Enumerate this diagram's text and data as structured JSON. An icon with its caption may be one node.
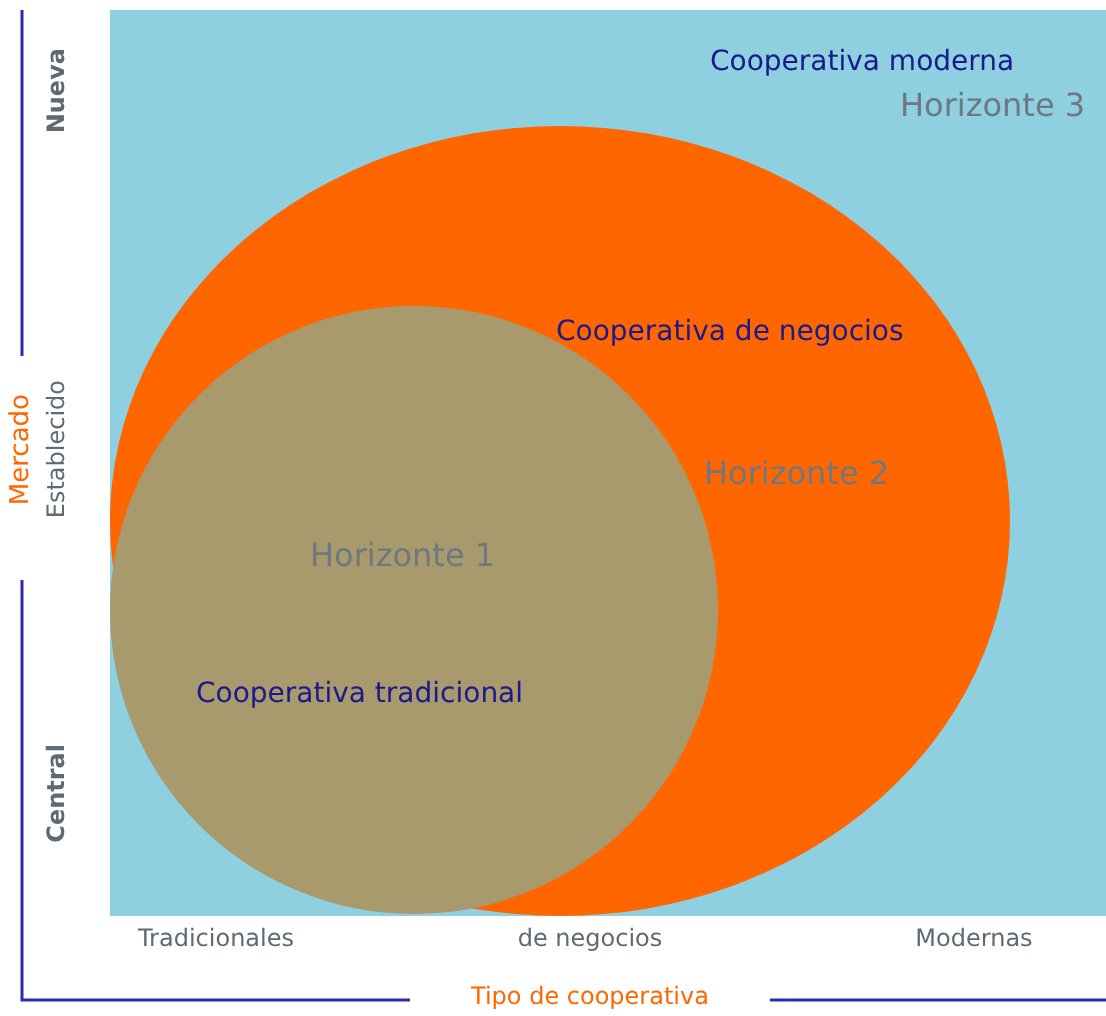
{
  "diagram": {
    "nodes": [
      {
        "text": [
          "Cooperativa moderna",
          "Horizonte 3"
        ]
      },
      {
        "text": [
          "Cooperativa de negocios",
          "Horizonte 2"
        ],
        "in": 0
      },
      {
        "text": [
          "Horizonte 1",
          "Cooperativa tradicional"
        ],
        "in": 1
      }
    ],
    "edges": [],
    "labels": [
      "Nueva",
      "Mercado",
      "Establecido",
      "Central",
      "Tradicionales",
      "de negocios",
      "Modernas",
      "Tipo de cooperativa"
    ]
  }
}
